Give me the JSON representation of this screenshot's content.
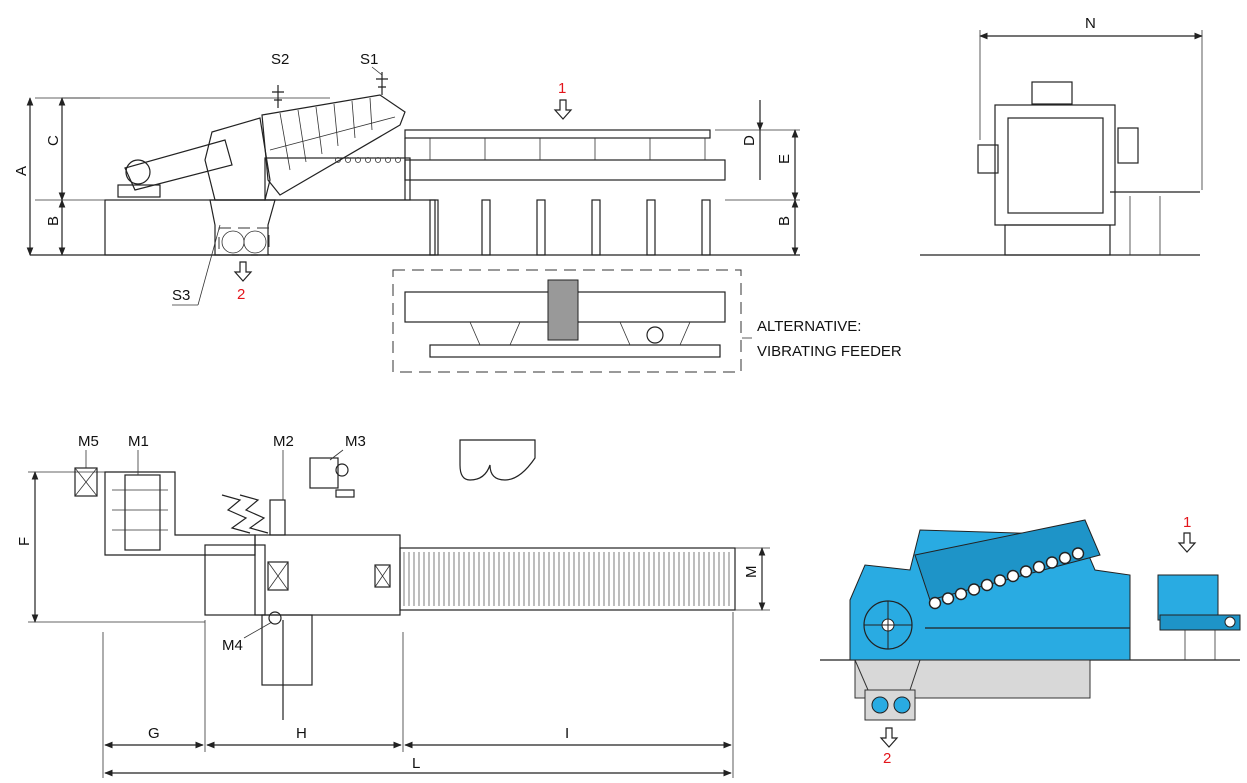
{
  "side_view": {
    "dim_labels": {
      "A": "A",
      "B_left": "B",
      "C": "C",
      "D": "D",
      "E": "E",
      "B_right": "B"
    },
    "sensor_labels": {
      "S1": "S1",
      "S2": "S2",
      "S3": "S3"
    },
    "flow_in": "1",
    "flow_out": "2"
  },
  "front_view": {
    "dim_labels": {
      "N": "N"
    }
  },
  "alternative": {
    "line1": "ALTERNATIVE:",
    "line2": "VIBRATING FEEDER"
  },
  "top_view": {
    "motor_labels": {
      "M1": "M1",
      "M2": "M2",
      "M3": "M3",
      "M4": "M4",
      "M5": "M5"
    },
    "dim_labels": {
      "F": "F",
      "M": "M",
      "G": "G",
      "H": "H",
      "I": "I",
      "L": "L"
    }
  },
  "iso_view": {
    "flow_in": "1",
    "flow_out": "2"
  },
  "colors": {
    "accent_machine": "#29abe2",
    "accent_red": "#e3151b",
    "line": "#222222",
    "pit": "#d8d8d8"
  }
}
